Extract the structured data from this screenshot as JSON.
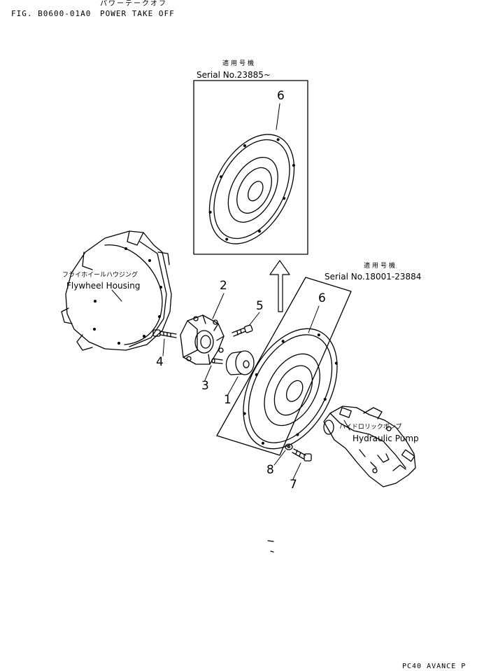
{
  "header": {
    "title_jp": "パワーテークオフ",
    "figure_id": "FIG. B0600-01A0",
    "title": "POWER TAKE OFF"
  },
  "upper_inset": {
    "serial_jp": "適用号機",
    "serial": "Serial No.23885~",
    "part_no": "6"
  },
  "lower_inset": {
    "serial_jp": "適用号機",
    "serial": "Serial No.18001-23884",
    "part_no": "6"
  },
  "labels": {
    "flywheel_jp": "フライホイールハウジング",
    "flywheel": "Flywheel Housing",
    "pump_jp": "ハイドロリックポンプ",
    "pump": "Hydraulic Pump"
  },
  "callouts": [
    "1",
    "2",
    "3",
    "4",
    "5",
    "7",
    "8"
  ],
  "footer": "PC40 AVANCE P"
}
